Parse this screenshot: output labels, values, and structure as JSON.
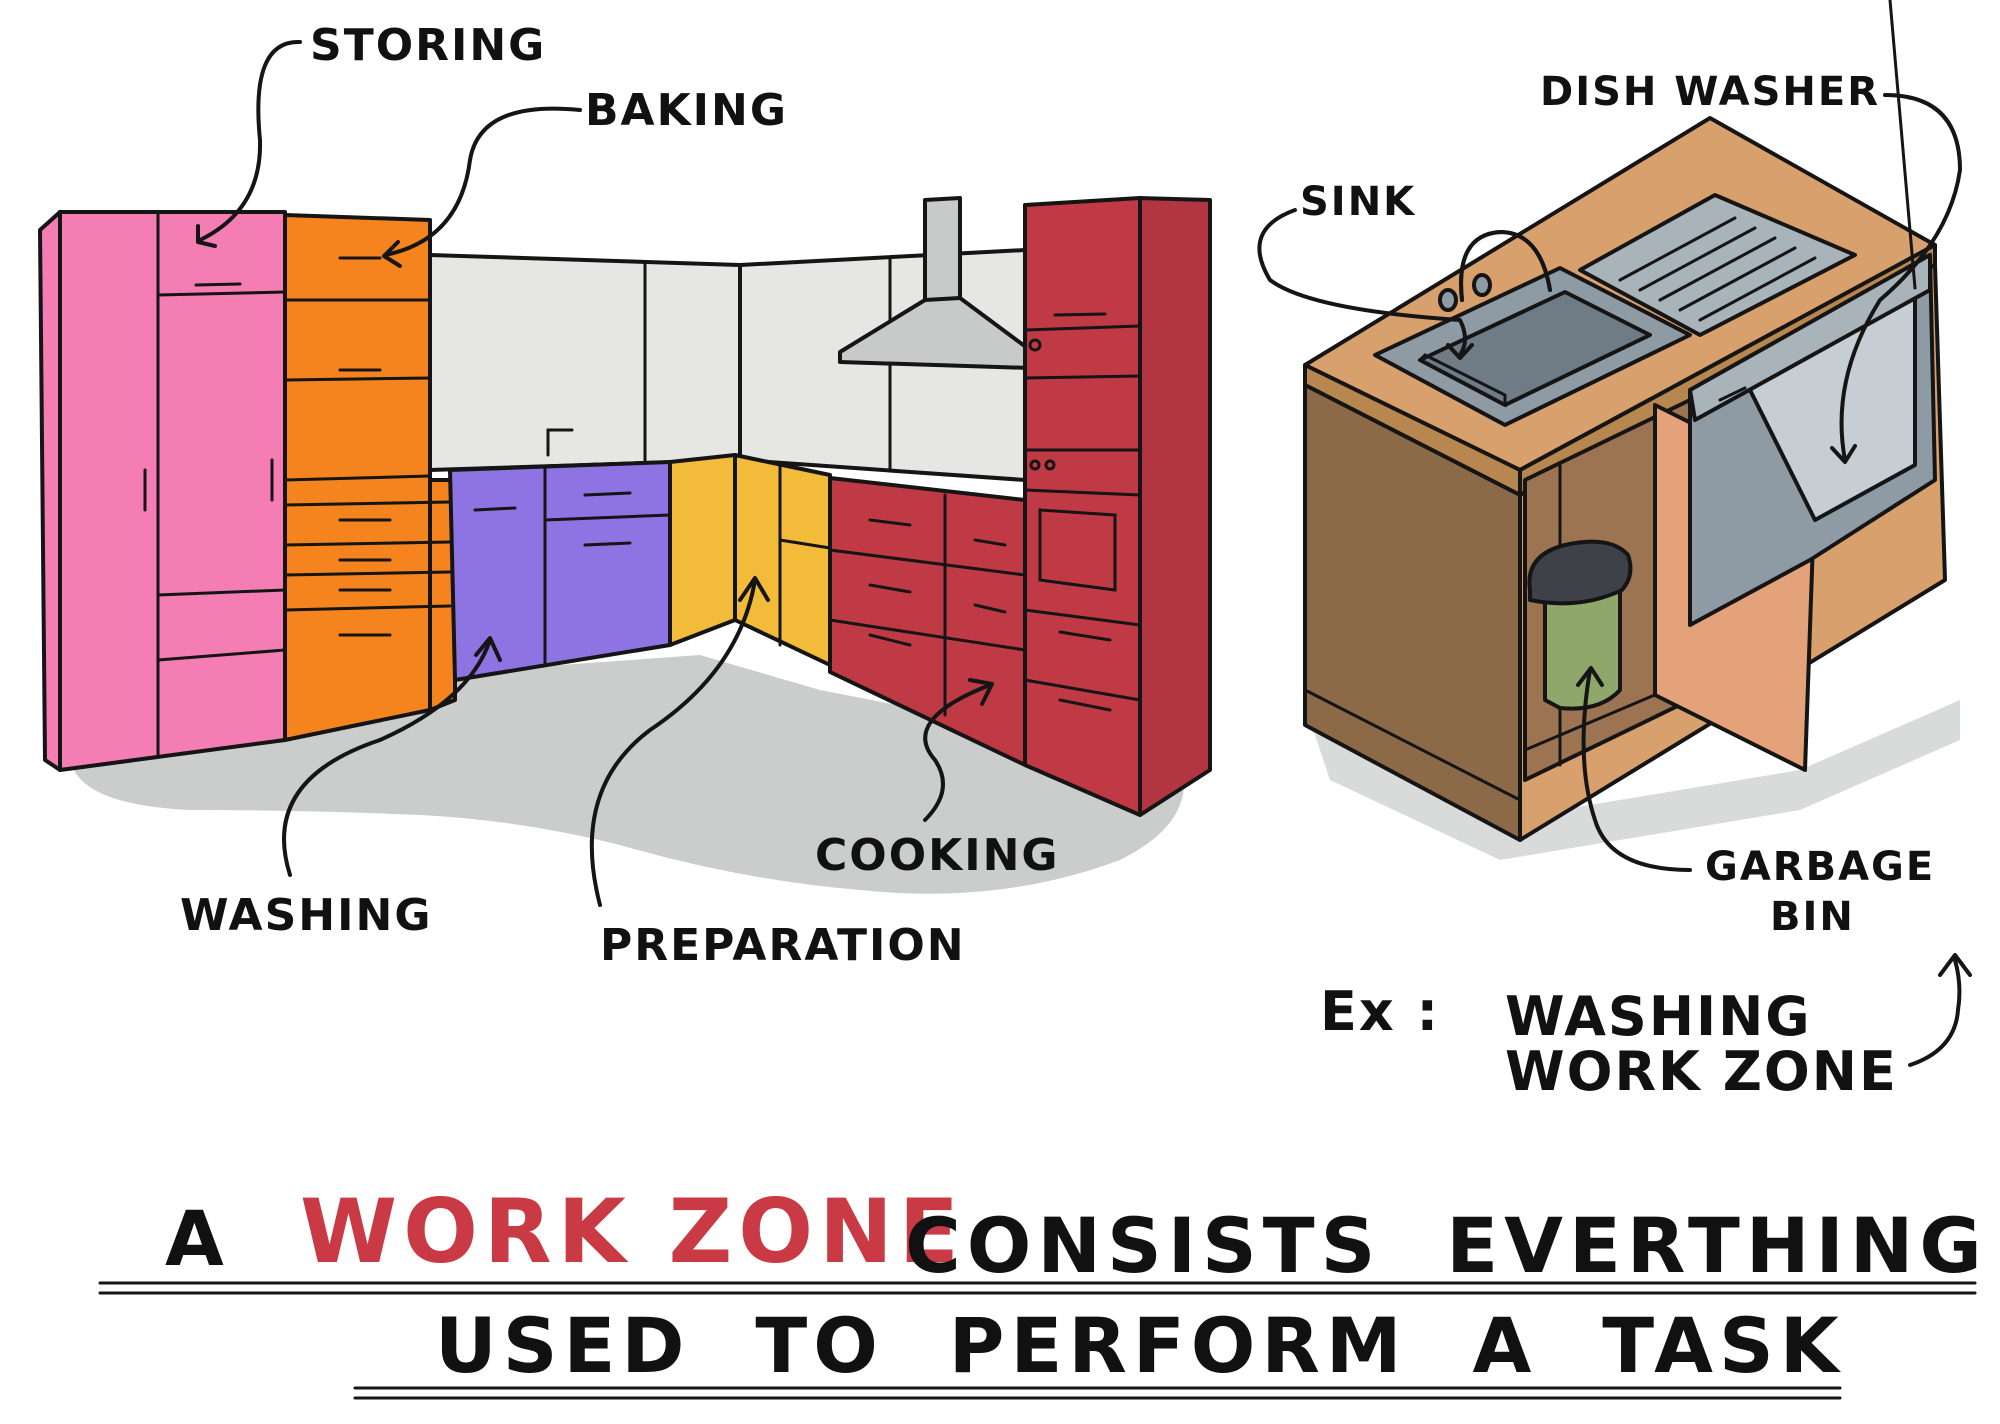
{
  "labels": {
    "storing": "STORING",
    "baking": "BAKING",
    "washing": "WASHING",
    "preparation": "PREPARATION",
    "cooking": "COOKING",
    "sink": "SINK",
    "dish_washer": "DISH WASHER",
    "garbage_bin_line1": "GARBAGE",
    "garbage_bin_line2": "BIN"
  },
  "example": {
    "prefix": "Ex :",
    "line1": "WASHING",
    "line2": "WORK ZONE"
  },
  "headline": {
    "line1_start": "A",
    "line1_highlight": "WORK ZONE",
    "line1_end": "CONSISTS  EVERTHING",
    "line2": "USED  TO  PERFORM  A  TASK"
  },
  "colors": {
    "storing": "#F47DB4",
    "baking": "#F5841F",
    "washing": "#8E74E2",
    "preparation": "#F2BB3A",
    "cooking": "#C03A46",
    "highlight": "#C93A44",
    "cabinet_wood": "#D7A06C",
    "cabinet_side": "#8C6A48",
    "floor": "#CBCDCD",
    "wall": "#E6E7E5",
    "steel": "#8E9AA4",
    "bin": "#8FA76A"
  }
}
